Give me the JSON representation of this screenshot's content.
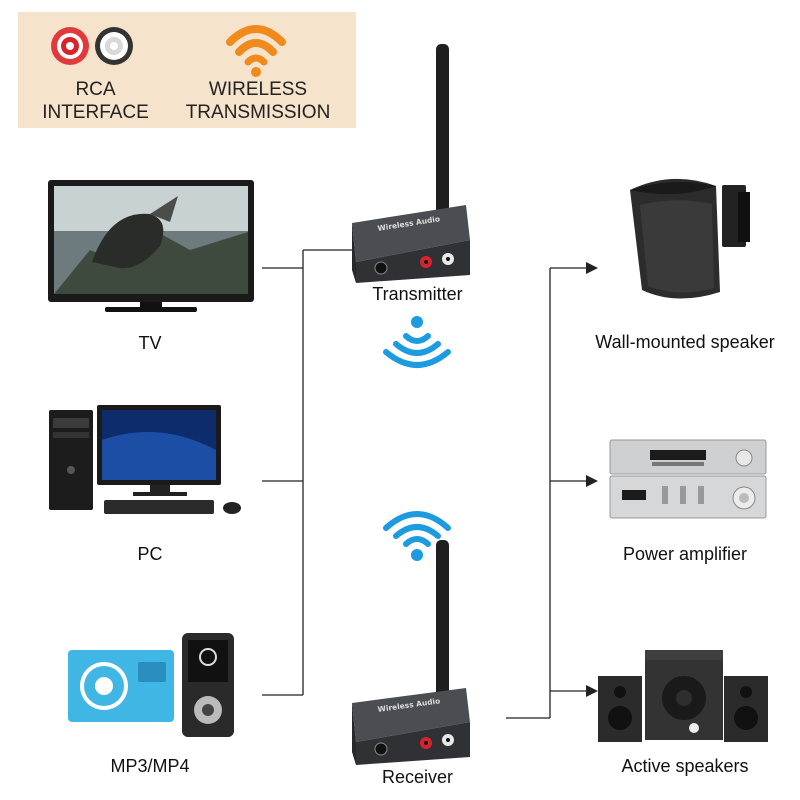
{
  "features": {
    "rca_line1": "RCA",
    "rca_line2": "INTERFACE",
    "wireless_line1": "WIRELESS",
    "wireless_line2": "TRANSMISSION"
  },
  "sources": {
    "tv": "TV",
    "pc": "PC",
    "mp3": "MP3/MP4"
  },
  "devices": {
    "transmitter": "Transmitter",
    "receiver": "Receiver",
    "brand_label": "Wireless Audio"
  },
  "outputs": {
    "wall_speaker": "Wall-mounted speaker",
    "amplifier": "Power amplifier",
    "active_speakers": "Active speakers"
  },
  "colors": {
    "wifi_orange": "#f08a1c",
    "wifi_blue": "#1d9be0",
    "rca_red": "#d8232a",
    "banner": "#f6e3cc",
    "line": "#222222"
  }
}
